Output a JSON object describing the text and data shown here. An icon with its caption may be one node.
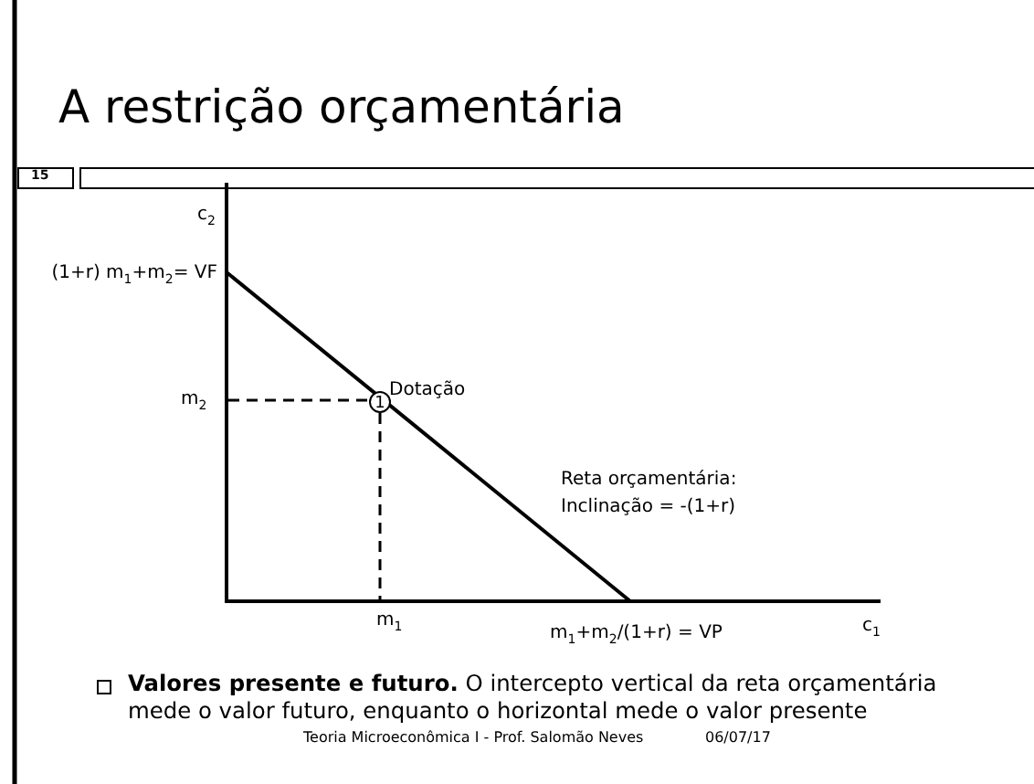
{
  "diagram": {
    "title": "A restrição orçamentária",
    "nodes": [
      {
        "text": [
          "1"
        ],
        "beside": [
          "Dotação"
        ]
      }
    ],
    "labels": [
      "15",
      "c$_{2}$",
      "(1+r) m$_{1}$+m$_{2}$= VF",
      "m$_{2}$",
      "Reta orçamentária: Inclinação = -(1+r)",
      "m$_{1}$",
      "m$_{1}$+m$_{2}$/(1+r) = VP",
      "c$_{1}$",
      "**Valores presente e futuro.** O intercepto vertical da reta orçamentária mede o valor futuro, enquanto o horizontal mede o valor presente",
      "Teoria Microeconômica I - Prof. Salomão Neves",
      "06/07/17"
    ]
  }
}
